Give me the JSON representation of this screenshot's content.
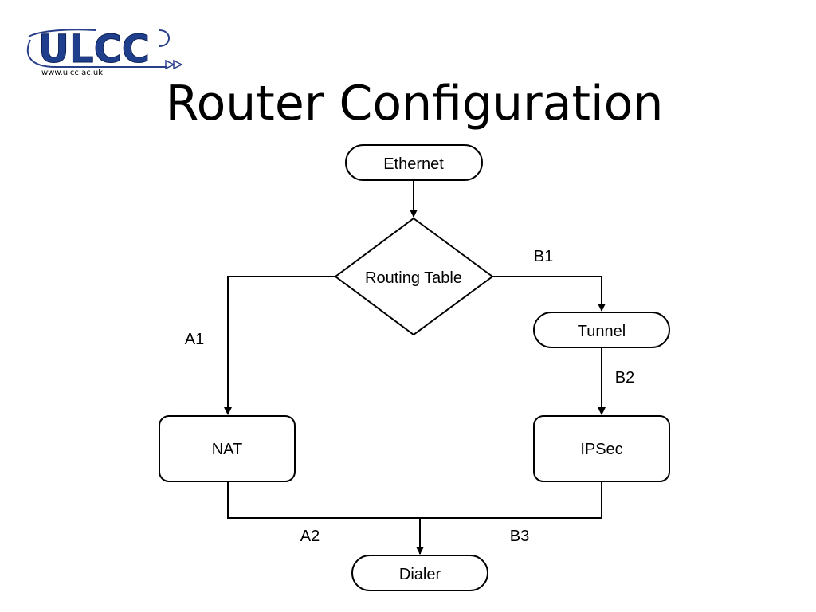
{
  "logo": {
    "text": "ULCC",
    "url": "www.ulcc.ac.uk",
    "brand_color": "#1f3f8c"
  },
  "title": "Router Configuration",
  "diagram": {
    "nodes": {
      "ethernet": "Ethernet",
      "routing_table": "Routing Table",
      "tunnel": "Tunnel",
      "nat": "NAT",
      "ipsec": "IPSec",
      "dialer": "Dialer"
    },
    "edges": {
      "a1": "A1",
      "a2": "A2",
      "b1": "B1",
      "b2": "B2",
      "b3": "B3"
    }
  }
}
